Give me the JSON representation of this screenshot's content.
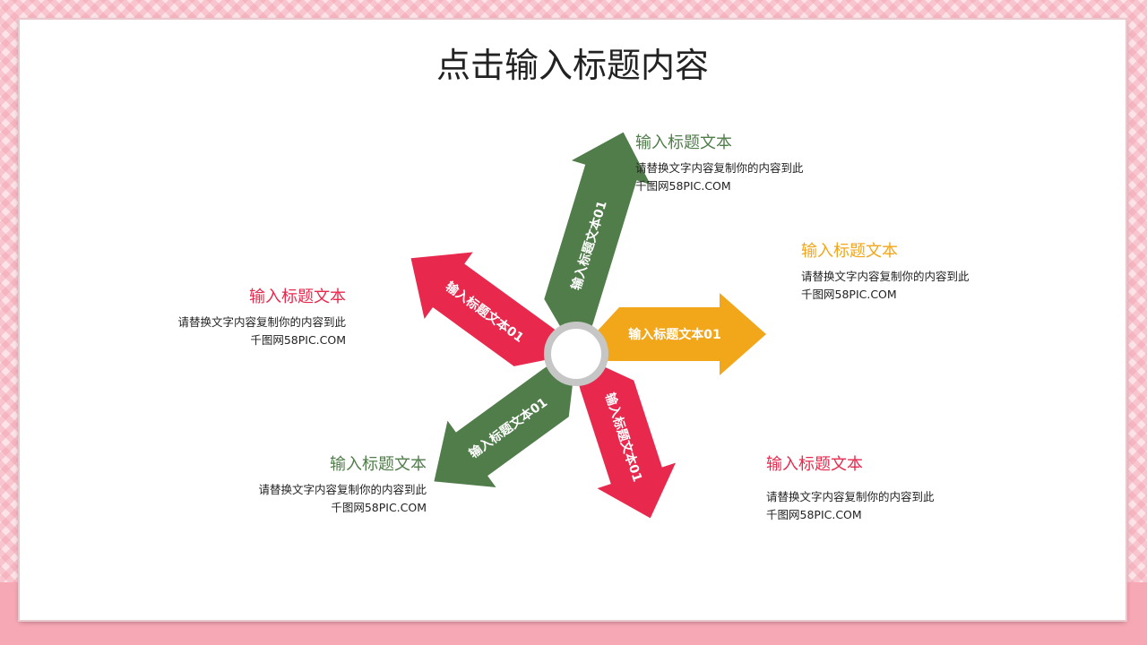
{
  "title": "点击输入标题内容",
  "colors": {
    "green": "#507d4a",
    "orange": "#f2a619",
    "red": "#e8294d",
    "ring": "#c6c6c6"
  },
  "arrows": [
    {
      "label": "输入标题文本01",
      "color": "#507d4a"
    },
    {
      "label": "输入标题文本01",
      "color": "#f2a619"
    },
    {
      "label": "输入标题文本01",
      "color": "#e8294d"
    },
    {
      "label": "输入标题文本01",
      "color": "#507d4a"
    },
    {
      "label": "输入标题文本01",
      "color": "#e8294d"
    }
  ],
  "blocks": [
    {
      "heading": "输入标题文本",
      "line1": "请替换文字内容复制你的内容到此",
      "line2": "千图网58PIC.COM",
      "color": "#507d4a"
    },
    {
      "heading": "输入标题文本",
      "line1": "请替换文字内容复制你的内容到此",
      "line2": "千图网58PIC.COM",
      "color": "#f2a619"
    },
    {
      "heading": "输入标题文本",
      "line1": "请替换文字内容复制你的内容到此",
      "line2": "千图网58PIC.COM",
      "color": "#e8294d"
    },
    {
      "heading": "输入标题文本",
      "line1": "请替换文字内容复制你的内容到此",
      "line2": "千图网58PIC.COM",
      "color": "#507d4a"
    },
    {
      "heading": "输入标题文本",
      "line1": "请替换文字内容复制你的内容到此",
      "line2": "千图网58PIC.COM",
      "color": "#e8294d"
    }
  ]
}
